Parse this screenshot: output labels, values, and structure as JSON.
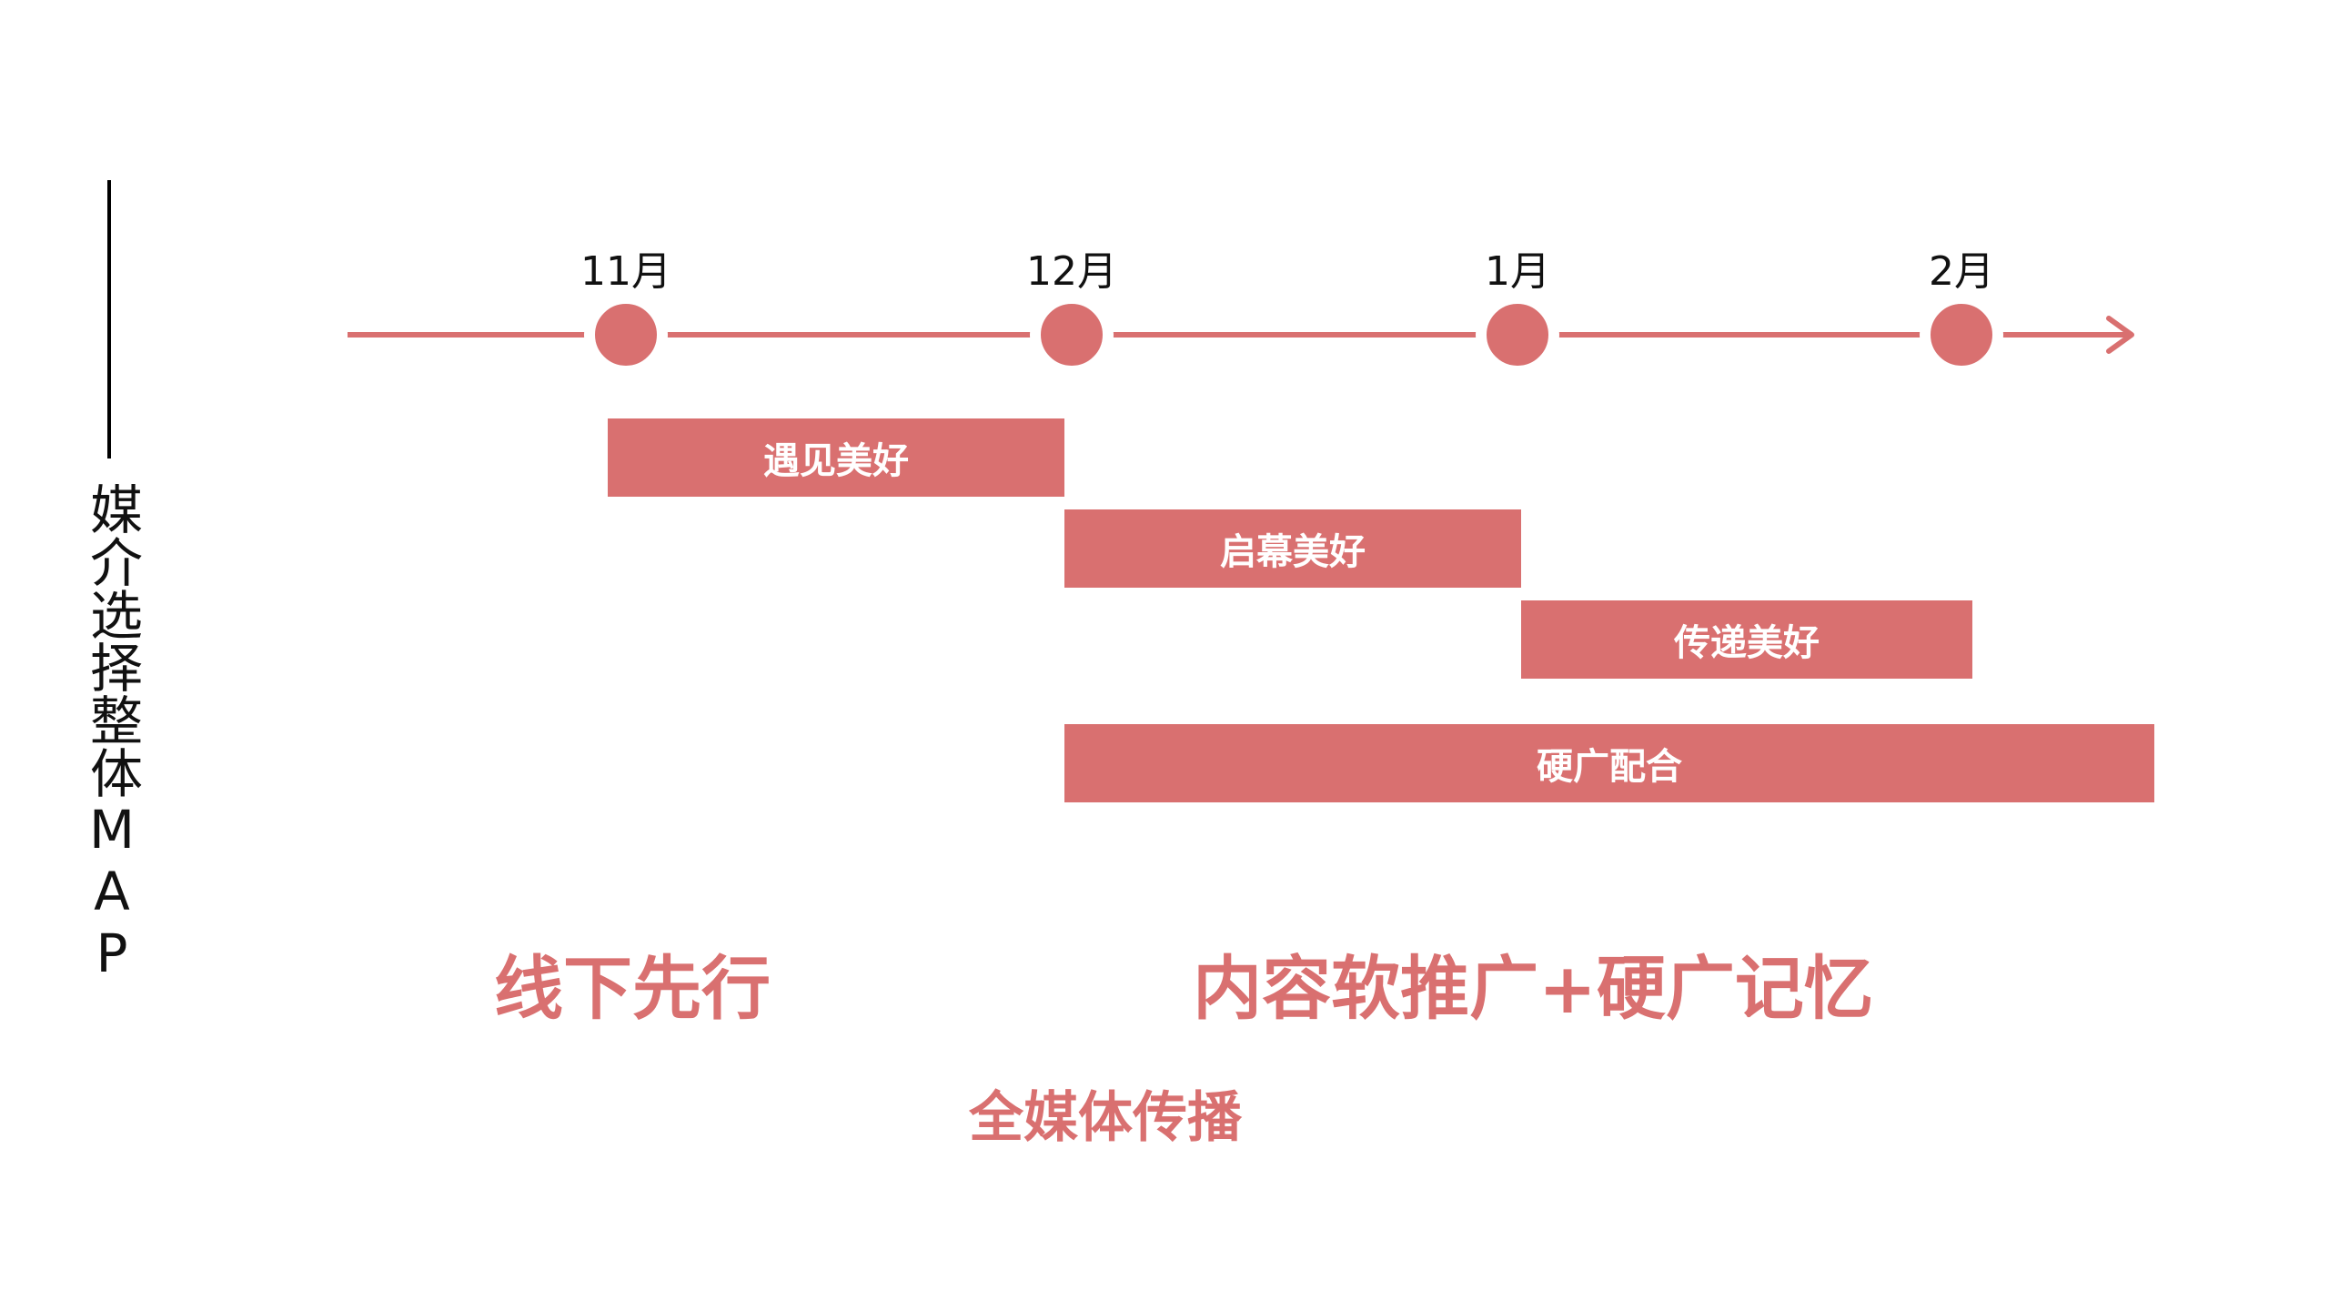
{
  "side_title": "媒介选择整体MAP",
  "months": [
    "11月",
    "12月",
    "1月",
    "2月"
  ],
  "bars": [
    "遇见美好",
    "启幕美好",
    "传递美好",
    "硬广配合"
  ],
  "phases": {
    "offline": "线下先行",
    "content": "内容软推广+硬广记忆",
    "all_media": "全媒体传播"
  },
  "colors": {
    "accent": "#d97070",
    "text": "#111111",
    "bar_text": "#ffffff"
  }
}
